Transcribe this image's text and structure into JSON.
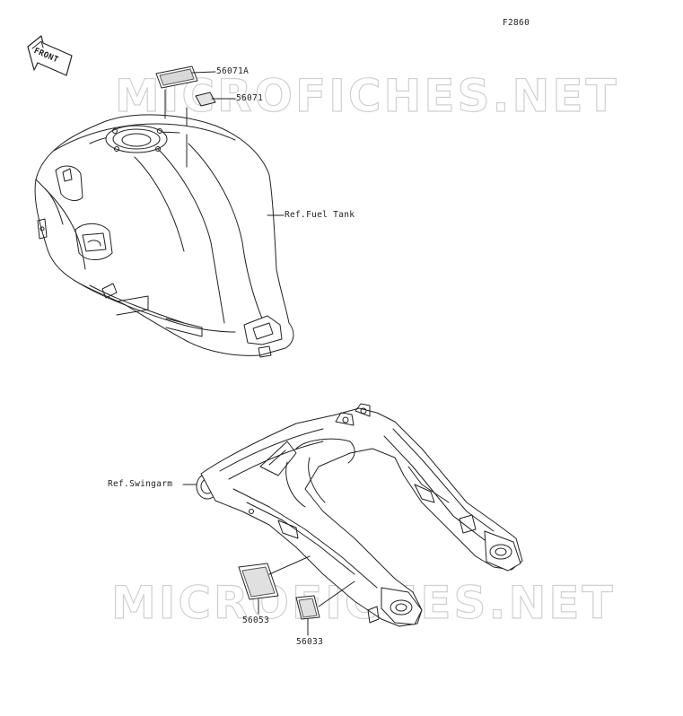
{
  "figure_code": "F2860",
  "front_label": "FRONT",
  "watermark": "MICROFICHES.NET",
  "callouts": {
    "p56071a": "56071A",
    "p56071": "56071",
    "ref_fuel_tank": "Ref.Fuel Tank",
    "ref_swingarm": "Ref.Swingarm",
    "p56053": "56053",
    "p56033": "56033"
  },
  "colors": {
    "line": "#222222",
    "fill": "#ffffff",
    "label_fill": "#d8d8d8",
    "watermark": "#cfcfcf"
  }
}
